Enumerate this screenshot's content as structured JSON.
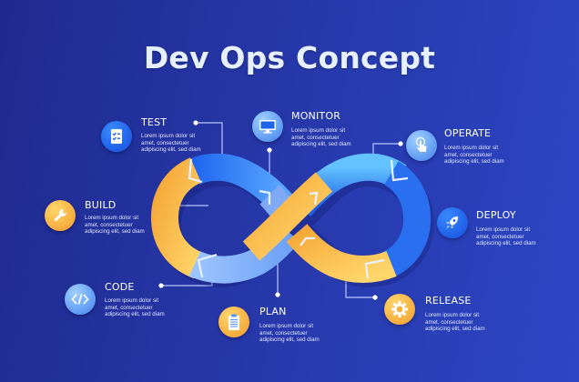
{
  "title": "Dev Ops Concept",
  "colors": {
    "background_left": "#1f2a8f",
    "background_right": "#2d46c4",
    "blue_segment": "#2f7af0",
    "light_blue_segment": "#7fb2ff",
    "yellow_segment": "#f8b845",
    "title_text": "#e6f0ff"
  },
  "stages": [
    {
      "id": "test",
      "label": "TEST",
      "icon": "checklist-icon",
      "desc": "Lorem ipsum dolor sit\namet, consectetuer\nadipiscing elit, sed diam"
    },
    {
      "id": "monitor",
      "label": "MONITOR",
      "icon": "monitor-icon",
      "desc": "Lorem ipsum dolor sit\namet, consectetuer\nadipiscing elit, sed diam"
    },
    {
      "id": "operate",
      "label": "OPERATE",
      "icon": "touch-hand-icon",
      "desc": "Lorem ipsum dolor sit\namet, consectetuer\nadipiscing elit, sed diam"
    },
    {
      "id": "build",
      "label": "BUILD",
      "icon": "wrench-icon",
      "desc": "Lorem ipsum dolor sit\namet, consectetuer\nadipiscing elit, sed diam"
    },
    {
      "id": "deploy",
      "label": "DEPLOY",
      "icon": "rocket-icon",
      "desc": "Lorem ipsum dolor sit\namet, consectetuer\nadipiscing elit, sed diam"
    },
    {
      "id": "code",
      "label": "CODE",
      "icon": "code-brackets-icon",
      "desc": "Lorem ipsum dolor sit\namet, consectetuer\nadipiscing elit, sed diam"
    },
    {
      "id": "plan",
      "label": "PLAN",
      "icon": "clipboard-icon",
      "desc": "Lorem ipsum dolor sit\namet, consectetuer\nadipiscing elit, sed diam"
    },
    {
      "id": "release",
      "label": "RELEASE",
      "icon": "gear-icon",
      "desc": "Lorem ipsum dolor sit\namet, consectetuer\nadipiscing elit, sed diam"
    }
  ]
}
